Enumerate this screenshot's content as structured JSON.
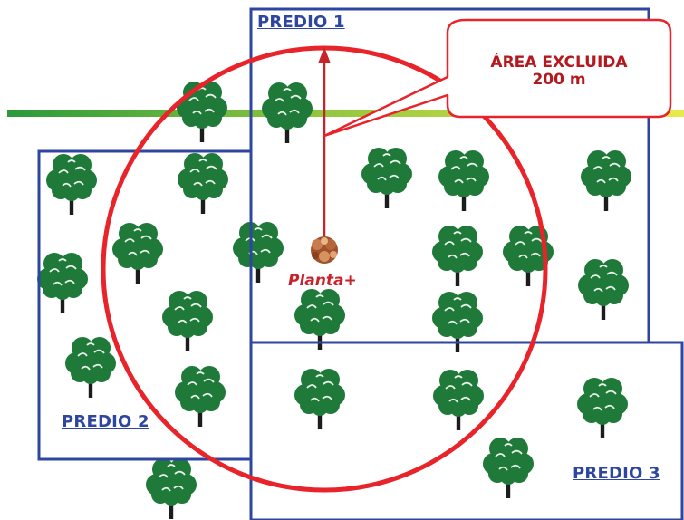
{
  "labels": {
    "predio1": "PREDIO 1",
    "predio2": "PREDIO 2",
    "predio3": "PREDIO 3",
    "plant": "Planta+",
    "area_line1": "ÁREA EXCLUIDA",
    "area_line2": "200 m"
  },
  "colors": {
    "property_border": "#2f46a0",
    "label_blue": "#2f46a0",
    "circle": "#e8232a",
    "callout_text": "#b3191f",
    "plant_label": "#c8232a",
    "tree_canopy": "#1f7a3a",
    "tree_trunk": "#1c1c1c",
    "road_start": "#2a9a3a",
    "road_end": "#e9e94a"
  },
  "icons": {
    "tree": "tree-icon",
    "plant": "infected-plant-icon"
  }
}
